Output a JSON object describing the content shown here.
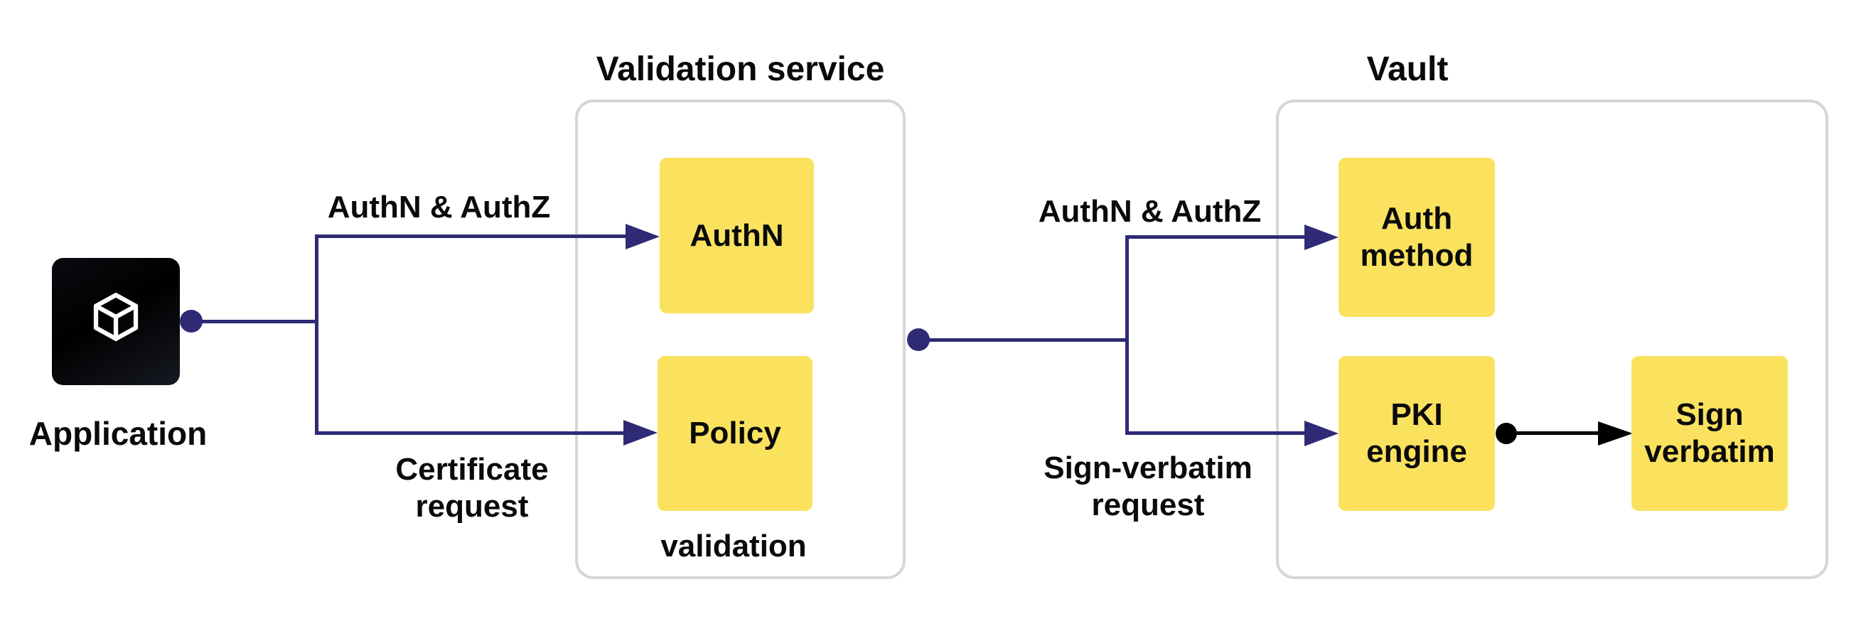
{
  "application": {
    "label": "Application",
    "icon": "cube-icon"
  },
  "validation_service": {
    "title": "Validation service",
    "authn_label": "AuthN",
    "policy_label": "Policy",
    "caption": "validation"
  },
  "vault": {
    "title": "Vault",
    "auth_method_label": "Auth\nmethod",
    "pki_engine_label": "PKI\nengine",
    "sign_verbatim_label": "Sign\nverbatim"
  },
  "edge_labels": {
    "app_top": "AuthN & AuthZ",
    "app_bottom": "Certificate\nrequest",
    "vault_top": "AuthN & AuthZ",
    "vault_bottom": "Sign-verbatim\nrequest"
  },
  "colors": {
    "box_yellow": "#fae25f",
    "line_purple": "#2e2a75",
    "line_black": "#000000",
    "container_border": "#d6d6d6",
    "text": "#0a0a0a",
    "app_tile_from": "#0a0b10",
    "app_tile_to": "#161922"
  }
}
